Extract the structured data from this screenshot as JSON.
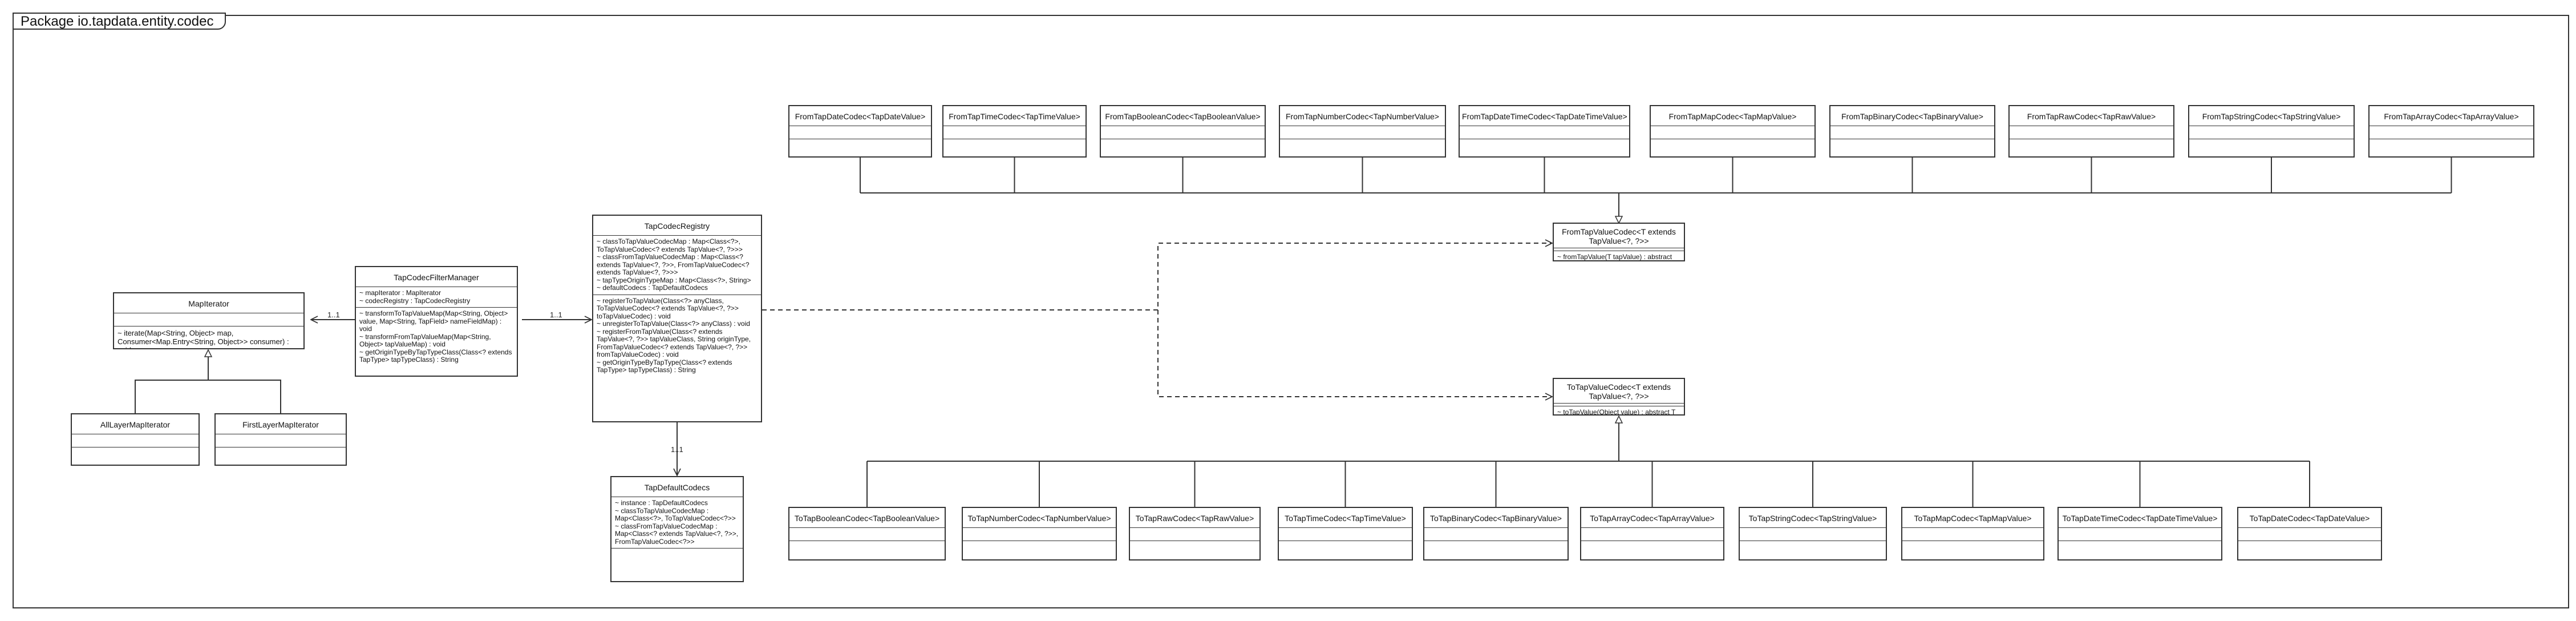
{
  "package": {
    "title": "Package io.tapdata.entity.codec"
  },
  "classes": {
    "map_iterator": {
      "name": "MapIterator",
      "attributes": [],
      "operations": [
        "~ iterate(Map<String, Object> map, Consumer<Map.Entry<String, Object>> consumer) : void"
      ]
    },
    "all_layer": {
      "name": "AllLayerMapIterator",
      "attributes": [],
      "operations": []
    },
    "first_layer": {
      "name": "FirstLayerMapIterator",
      "attributes": [],
      "operations": []
    },
    "filter_manager": {
      "name": "TapCodecFilterManager",
      "attributes": [
        "~ mapIterator : MapIterator",
        "~ codecRegistry : TapCodecRegistry"
      ],
      "operations": [
        "~ transformToTapValueMap(Map<String, Object> value, Map<String, TapField> nameFieldMap) : void",
        "~ transformFromTapValueMap(Map<String, Object> tapValueMap) : void",
        "~ getOriginTypeByTapTypeClass(Class<? extends TapType> tapTypeClass) : String"
      ]
    },
    "registry": {
      "name": "TapCodecRegistry",
      "attributes": [
        "~ classToTapValueCodecMap : Map<Class<?>, ToTapValueCodec<? extends TapValue<?, ?>>>",
        "~ classFromTapValueCodecMap : Map<Class<? extends TapValue<?, ?>>, FromTapValueCodec<? extends TapValue<?, ?>>>",
        "~ tapTypeOriginTypeMap : Map<Class<?>, String>",
        "~ defaultCodecs : TapDefaultCodecs"
      ],
      "operations": [
        "~ registerToTapValue(Class<?> anyClass, ToTapValueCodec<? extends TapValue<?, ?>> toTapValueCodec) : void",
        "~ unregisterToTapValue(Class<?> anyClass) : void",
        "~ registerFromTapValue(Class<? extends TapValue<?, ?>> tapValueClass, String originType, FromTapValueCodec<? extends TapValue<?, ?>> fromTapValueCodec) : void",
        "~ getOriginTypeByTapType(Class<? extends TapType> tapTypeClass) : String"
      ]
    },
    "default_codecs": {
      "name": "TapDefaultCodecs",
      "attributes": [
        "~ instance : TapDefaultCodecs",
        "~ classToTapValueCodecMap : Map<Class<?>, ToTapValueCodec<?>>",
        "~ classFromTapValueCodecMap : Map<Class<? extends TapValue<?, ?>>, FromTapValueCodec<?>>"
      ],
      "operations": []
    },
    "from_iface": {
      "name": "FromTapValueCodec<T extends TapValue<?, ?>>",
      "attributes": [],
      "operations": [
        "~ fromTapValue(T tapValue) : abstract Object"
      ]
    },
    "to_iface": {
      "name": "ToTapValueCodec<T extends TapValue<?, ?>>",
      "attributes": [],
      "operations": [
        "~ toTapValue(Object value) : abstract T"
      ]
    },
    "from_impls": [
      "FromTapDateCodec<TapDateValue>",
      "FromTapTimeCodec<TapTimeValue>",
      "FromTapBooleanCodec<TapBooleanValue>",
      "FromTapNumberCodec<TapNumberValue>",
      "FromTapDateTimeCodec<TapDateTimeValue>",
      "FromTapMapCodec<TapMapValue>",
      "FromTapBinaryCodec<TapBinaryValue>",
      "FromTapRawCodec<TapRawValue>",
      "FromTapStringCodec<TapStringValue>",
      "FromTapArrayCodec<TapArrayValue>"
    ],
    "to_impls": [
      "ToTapBooleanCodec<TapBooleanValue>",
      "ToTapNumberCodec<TapNumberValue>",
      "ToTapRawCodec<TapRawValue>",
      "ToTapTimeCodec<TapTimeValue>",
      "ToTapBinaryCodec<TapBinaryValue>",
      "ToTapArrayCodec<TapArrayValue>",
      "ToTapStringCodec<TapStringValue>",
      "ToTapMapCodec<TapMapValue>",
      "ToTapDateTimeCodec<TapDateTimeValue>",
      "ToTapDateCodec<TapDateValue>"
    ]
  },
  "multiplicities": {
    "filter_to_iterator": "1..1",
    "filter_to_registry": "1..1",
    "registry_to_defaults": "1..1"
  }
}
